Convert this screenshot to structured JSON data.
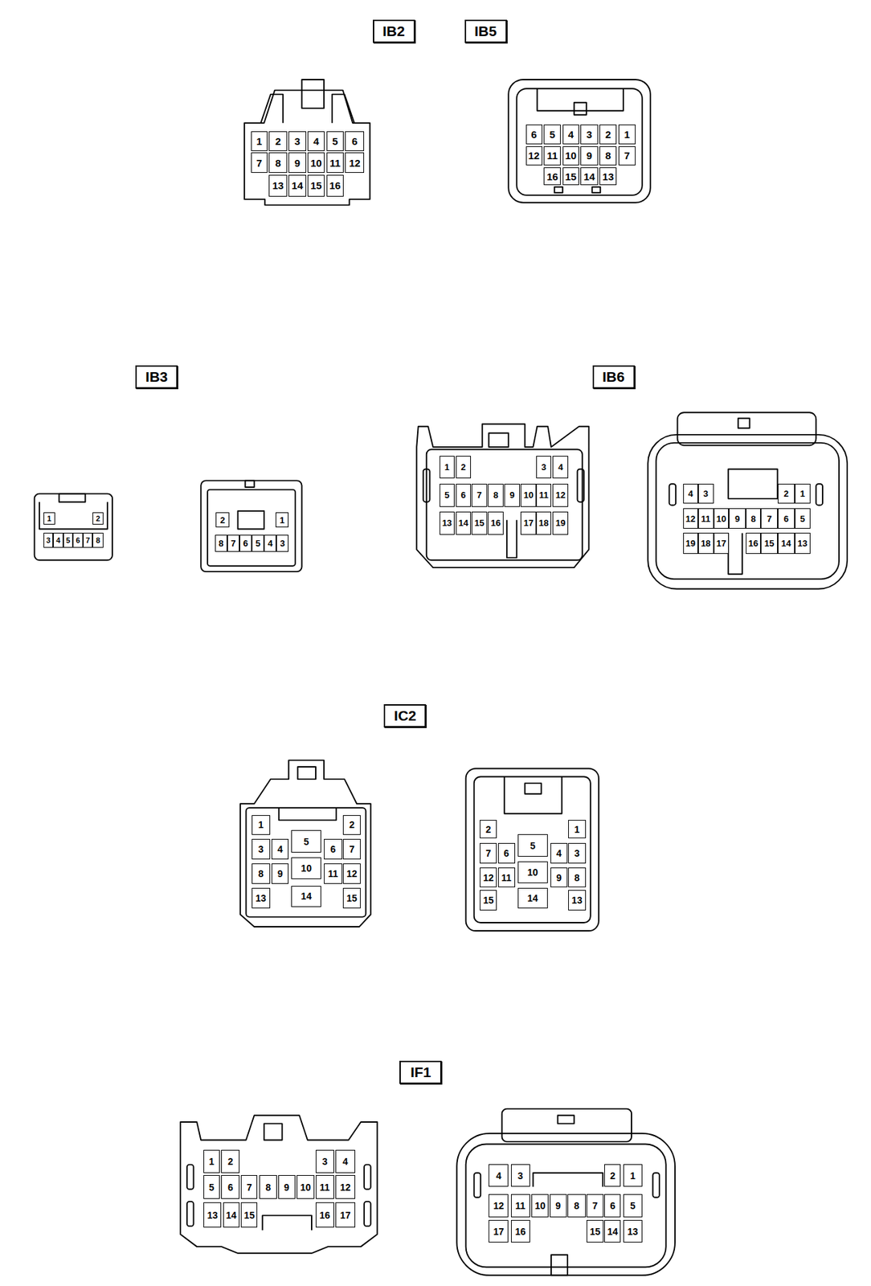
{
  "diagram": {
    "nodes": [
      {
        "text": [
          "IB2"
        ]
      },
      {
        "text": [
          "IB5"
        ]
      },
      {
        "text": [
          "IB3"
        ]
      },
      {
        "text": [
          "IB6"
        ]
      },
      {
        "text": [
          "IC2"
        ]
      },
      {
        "text": [
          "IF1"
        ]
      }
    ],
    "labels": [
      "1",
      "2",
      "3",
      "4",
      "5",
      "6",
      "7",
      "8",
      "9",
      "10",
      "11",
      "12",
      "13",
      "14",
      "15",
      "16",
      "6",
      "5",
      "4",
      "3",
      "2",
      "1",
      "12",
      "11",
      "10",
      "9",
      "8",
      "7",
      "16",
      "15",
      "14",
      "13",
      "1",
      "2",
      "3",
      "4",
      "5",
      "6",
      "7",
      "8",
      "2",
      "1",
      "8",
      "7",
      "6",
      "5",
      "4",
      "3",
      "1",
      "2",
      "3",
      "4",
      "5",
      "6",
      "7",
      "8",
      "9",
      "10",
      "11",
      "12",
      "13",
      "14",
      "15",
      "16",
      "17",
      "18",
      "19",
      "4",
      "3",
      "2",
      "1",
      "12",
      "11",
      "10",
      "9",
      "8",
      "7",
      "6",
      "5",
      "19",
      "18",
      "17",
      "16",
      "15",
      "14",
      "13",
      "1",
      "2",
      "3",
      "4",
      "5",
      "6",
      "7",
      "8",
      "9",
      "10",
      "11",
      "12",
      "13",
      "14",
      "15",
      "2",
      "1",
      "7",
      "6",
      "5",
      "4",
      "3",
      "12",
      "11",
      "10",
      "9",
      "8",
      "15",
      "14",
      "13",
      "1",
      "2",
      "3",
      "4",
      "5",
      "6",
      "7",
      "8",
      "9",
      "10",
      "11",
      "12",
      "13",
      "14",
      "15",
      "16",
      "17",
      "4",
      "3",
      "2",
      "1",
      "12",
      "11",
      "10",
      "9",
      "8",
      "7",
      "6",
      "5",
      "17",
      "16",
      "15",
      "14",
      "13"
    ]
  }
}
